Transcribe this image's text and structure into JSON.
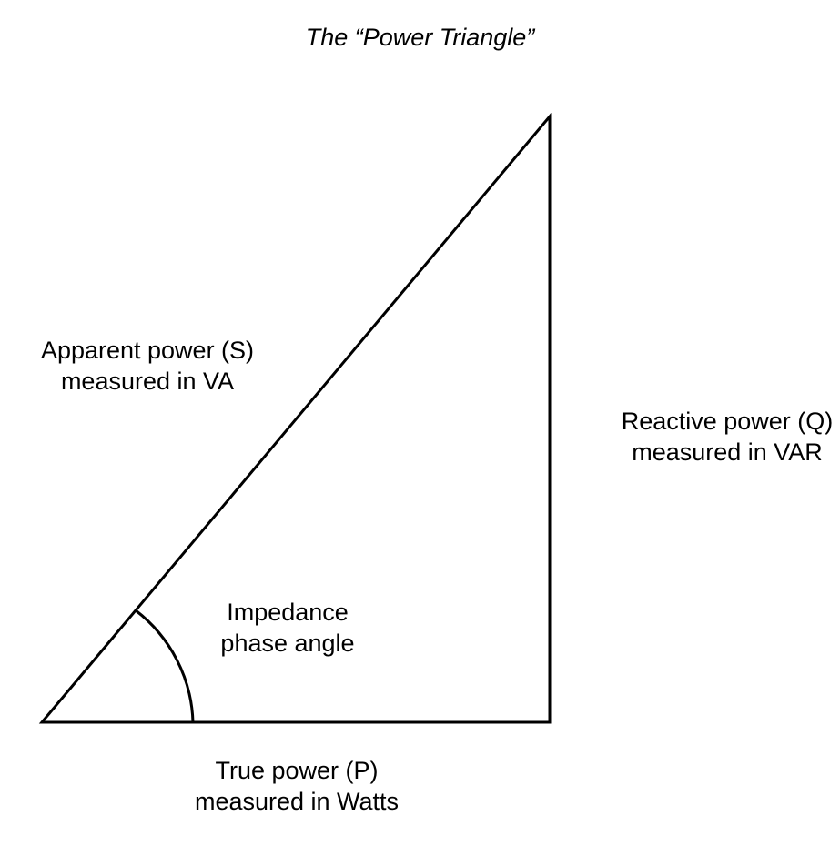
{
  "title": "The “Power Triangle”",
  "apparent_power": {
    "line1": "Apparent power (S)",
    "line2": "measured in VA"
  },
  "reactive_power": {
    "line1": "Reactive power (Q)",
    "line2": "measured in VAR"
  },
  "true_power": {
    "line1": "True power (P)",
    "line2": "measured in Watts"
  },
  "phase_angle": {
    "line1": "Impedance",
    "line2": "phase angle"
  }
}
